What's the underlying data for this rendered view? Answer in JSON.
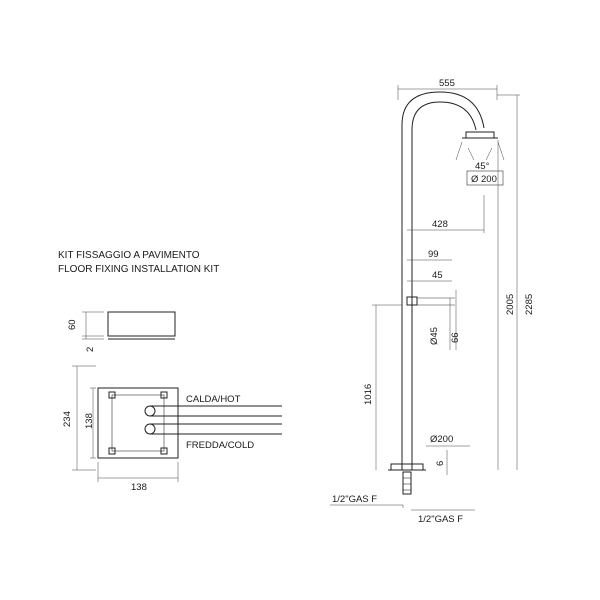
{
  "kit": {
    "title_it": "KIT FISSAGGIO A PAVIMENTO",
    "title_en": "FLOOR FIXING INSTALLATION KIT",
    "dim_box_height": "60",
    "dim_box_gap": "2",
    "dim_total_height": "234",
    "dim_inner_height": "138",
    "dim_width": "138",
    "hot_label": "CALDA/HOT",
    "cold_label": "FREDDA/COLD"
  },
  "shower": {
    "dim_top_width": "555",
    "angle": "45°",
    "head_diameter": "Ø 200",
    "dim_arm_reach": "428",
    "dim_99": "99",
    "dim_45": "45",
    "dim_pipe_diameter": "Ø45",
    "dim_66": "66",
    "dim_2005": "2005",
    "dim_2285": "2285",
    "dim_1016": "1016",
    "base_diameter": "Ø200",
    "dim_6": "6",
    "gas_left": "1/2\"GAS F",
    "gas_bottom": "1/2\"GAS F"
  }
}
